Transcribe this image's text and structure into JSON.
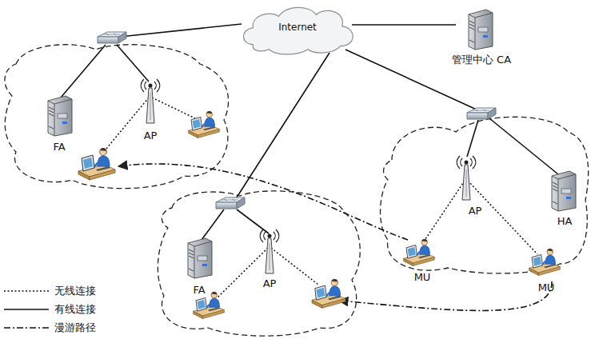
{
  "diagram": {
    "nodes": [
      {
        "text": [
          "Internet"
        ]
      },
      {
        "text": [
          "管理中心 CA"
        ]
      },
      {
        "text": [
          "FA"
        ]
      },
      {
        "text": [
          "AP"
        ]
      },
      {
        "text": [
          "FA"
        ]
      },
      {
        "text": [
          "AP"
        ]
      },
      {
        "text": [
          "HA"
        ]
      },
      {
        "text": [
          "AP"
        ]
      },
      {
        "text": [
          "MU"
        ]
      },
      {
        "text": [
          "MU"
        ]
      }
    ],
    "edges": [
      {
        "from": 0,
        "to": 1,
        "arrow": "none"
      }
    ],
    "legend": [
      {
        "text": "无线连接"
      },
      {
        "text": "有线连接"
      },
      {
        "text": "漫游路径"
      }
    ]
  }
}
